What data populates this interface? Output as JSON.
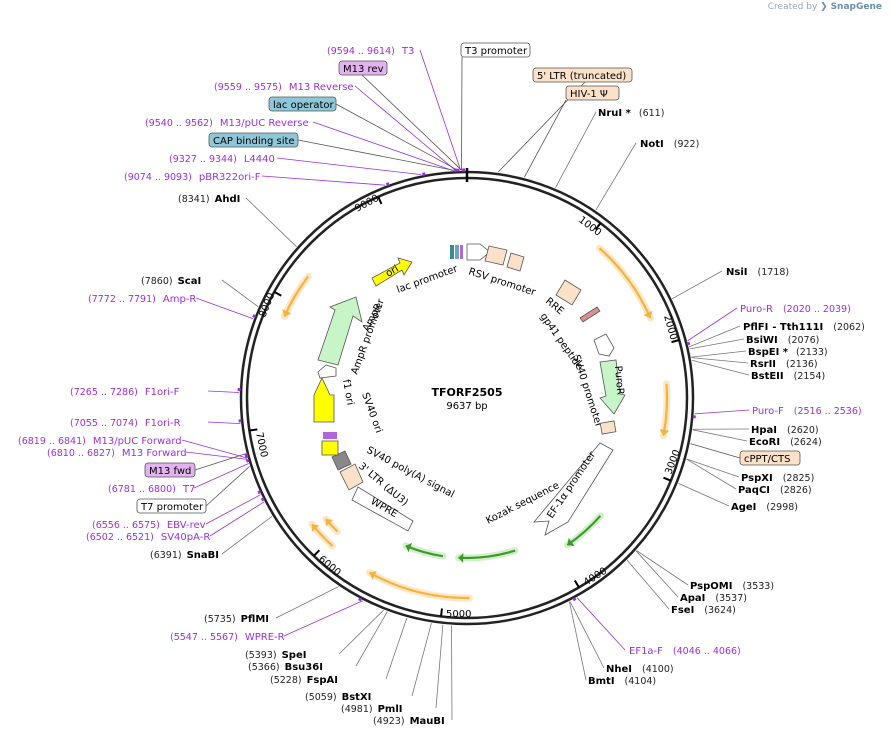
{
  "brand": {
    "prefix": "Created by",
    "name": "SnapGene"
  },
  "plasmid": {
    "name": "TFORF2505",
    "size_label": "9637 bp",
    "length": 9637
  },
  "ticks": [
    "1000",
    "2000",
    "3000",
    "4000",
    "5000",
    "6000",
    "7000",
    "8000",
    "9000"
  ],
  "colors": {
    "primer": "#9b30d9",
    "orange_arrow": "#f5b342",
    "green_arrow": "#3c9a2a",
    "ori": "#ffff00",
    "ampr": "#c8f5c8",
    "puror": "#c8f5c8",
    "promoter_box": "#fbe1c8",
    "lac_box": "#8ec8d8",
    "m13_box": "#e3b3f0"
  },
  "enzymes": [
    {
      "name": "NruI",
      "star": true,
      "pos": "(611)"
    },
    {
      "name": "NotI",
      "star": false,
      "pos": "(922)"
    },
    {
      "name": "NsiI",
      "star": false,
      "pos": "(1718)"
    },
    {
      "name": "PflFI",
      "extra": "- Tth111I",
      "star": false,
      "pos": "(2062)"
    },
    {
      "name": "BsiWI",
      "star": false,
      "pos": "(2076)"
    },
    {
      "name": "BspEI",
      "star": true,
      "pos": "(2133)"
    },
    {
      "name": "RsrII",
      "star": false,
      "pos": "(2136)"
    },
    {
      "name": "BstEII",
      "star": false,
      "pos": "(2154)"
    },
    {
      "name": "HpaI",
      "star": false,
      "pos": "(2620)"
    },
    {
      "name": "EcoRI",
      "star": false,
      "pos": "(2624)"
    },
    {
      "name": "PspXI",
      "star": false,
      "pos": "(2825)"
    },
    {
      "name": "PaqCI",
      "star": false,
      "pos": "(2826)"
    },
    {
      "name": "AgeI",
      "star": false,
      "pos": "(2998)"
    },
    {
      "name": "PspOMI",
      "star": false,
      "pos": "(3533)"
    },
    {
      "name": "ApaI",
      "star": false,
      "pos": "(3537)"
    },
    {
      "name": "FseI",
      "star": false,
      "pos": "(3624)"
    },
    {
      "name": "NheI",
      "star": false,
      "pos": "(4100)"
    },
    {
      "name": "BmtI",
      "star": false,
      "pos": "(4104)"
    },
    {
      "name": "MauBI",
      "star": false,
      "pos": "(4923)"
    },
    {
      "name": "PmlI",
      "star": false,
      "pos": "(4981)"
    },
    {
      "name": "BstXI",
      "star": false,
      "pos": "(5059)"
    },
    {
      "name": "FspAI",
      "star": false,
      "pos": "(5228)"
    },
    {
      "name": "Bsu36I",
      "star": false,
      "pos": "(5366)"
    },
    {
      "name": "SpeI",
      "star": false,
      "pos": "(5393)"
    },
    {
      "name": "PflMI",
      "star": false,
      "pos": "(5735)"
    },
    {
      "name": "SnaBI",
      "star": false,
      "pos": "(6391)"
    },
    {
      "name": "ScaI",
      "star": false,
      "pos": "(7860)"
    },
    {
      "name": "AhdI",
      "star": false,
      "pos": "(8341)"
    }
  ],
  "primers": [
    {
      "name": "T3",
      "pos": "(9594 .. 9614)"
    },
    {
      "name": "M13 Reverse",
      "pos": "(9559 .. 9575)"
    },
    {
      "name": "M13/pUC Reverse",
      "pos": "(9540 .. 9562)"
    },
    {
      "name": "L4440",
      "pos": "(9327 .. 9344)"
    },
    {
      "name": "pBR322ori-F",
      "pos": "(9074 .. 9093)"
    },
    {
      "name": "Amp-R",
      "pos": "(7772 .. 7791)"
    },
    {
      "name": "F1ori-F",
      "pos": "(7265 .. 7286)"
    },
    {
      "name": "F1ori-R",
      "pos": "(7055 .. 7074)"
    },
    {
      "name": "M13/pUC Forward",
      "pos": "(6819 .. 6841)"
    },
    {
      "name": "M13 Forward",
      "pos": "(6810 .. 6827)"
    },
    {
      "name": "T7",
      "pos": "(6781 .. 6800)"
    },
    {
      "name": "EBV-rev",
      "pos": "(6556 .. 6575)"
    },
    {
      "name": "SV40pA-R",
      "pos": "(6502 .. 6521)"
    },
    {
      "name": "WPRE-R",
      "pos": "(5547 .. 5567)"
    },
    {
      "name": "Puro-R",
      "pos": "(2020 .. 2039)"
    },
    {
      "name": "Puro-F",
      "pos": "(2516 .. 2536)"
    },
    {
      "name": "EF1a-F",
      "pos": "(4046 .. 4066)"
    }
  ],
  "boxes": {
    "t3_promoter": "T3 promoter",
    "m13_rev": "M13 rev",
    "lac_operator": "lac operator",
    "cap_site": "CAP binding site",
    "ltr5": "5' LTR (truncated)",
    "hiv": "HIV-1 Ψ",
    "cppt": "cPPT/CTS",
    "m13_fwd": "M13 fwd",
    "t7_promoter": "T7 promoter"
  },
  "features": {
    "ori": "ori",
    "lac_promoter": "lac promoter",
    "rsv_promoter": "RSV promoter",
    "rre": "RRE",
    "gp41": "gp41 peptide",
    "sv40_promoter": "SV40 promoter",
    "puror": "PuroR",
    "ef1a": "EF-1α promoter",
    "kozak": "Kozak sequence",
    "wpre": "WPRE",
    "ltr3": "3' LTR (ΔU3)",
    "sv40_polya": "SV40 poly(A) signal",
    "sv40_ori": "SV40 ori",
    "f1_ori": "f1 ori",
    "ampr_promoter": "AmpR promoter",
    "ampr": "AmpR"
  }
}
